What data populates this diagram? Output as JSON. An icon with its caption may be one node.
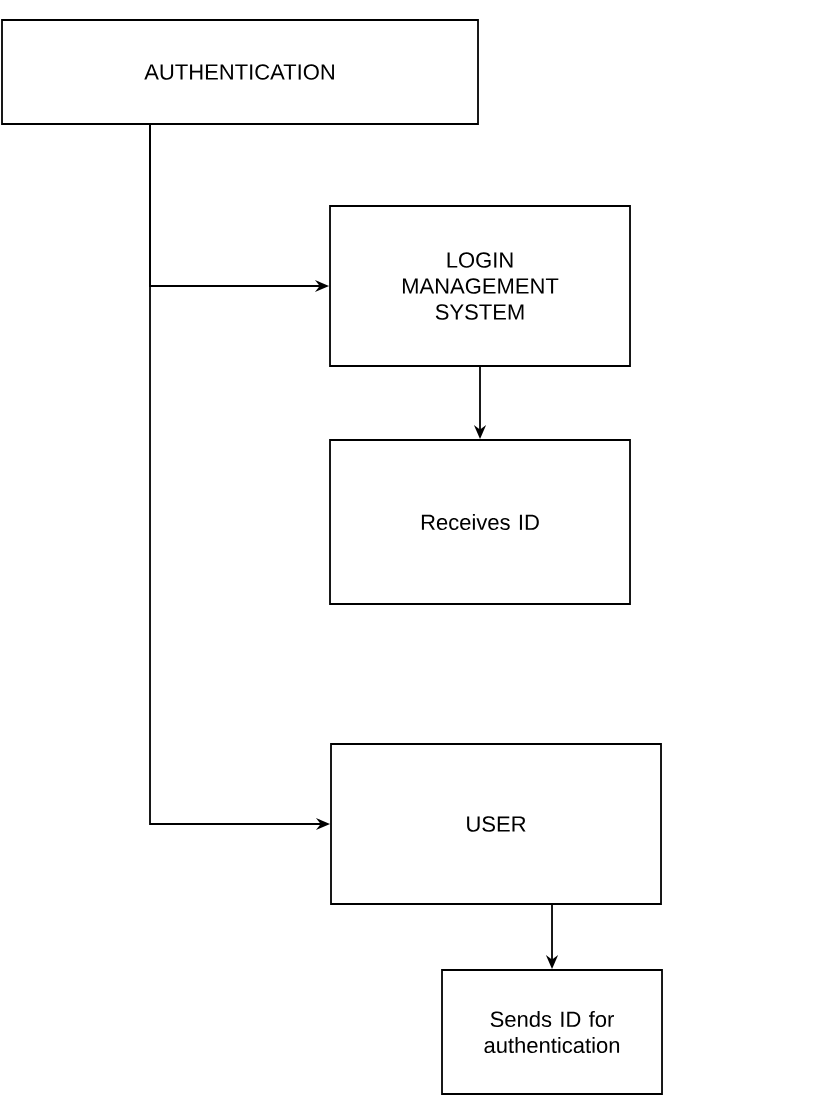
{
  "diagram": {
    "nodes": [
      {
        "text": [
          "AUTHENTICATION"
        ]
      },
      {
        "text": [
          "LOGIN MANAGEMENT SYSTEM"
        ]
      },
      {
        "text": [
          "Receives ID"
        ]
      },
      {
        "text": [
          "USER"
        ]
      },
      {
        "text": [
          "Sends ID for authentication"
        ]
      }
    ],
    "edges": [
      {
        "from": 0,
        "to": 1,
        "arrow": "to"
      },
      {
        "from": 1,
        "to": 2,
        "arrow": "to"
      },
      {
        "from": 0,
        "to": 3,
        "arrow": "to"
      },
      {
        "from": 3,
        "to": 4,
        "arrow": "to"
      }
    ]
  }
}
